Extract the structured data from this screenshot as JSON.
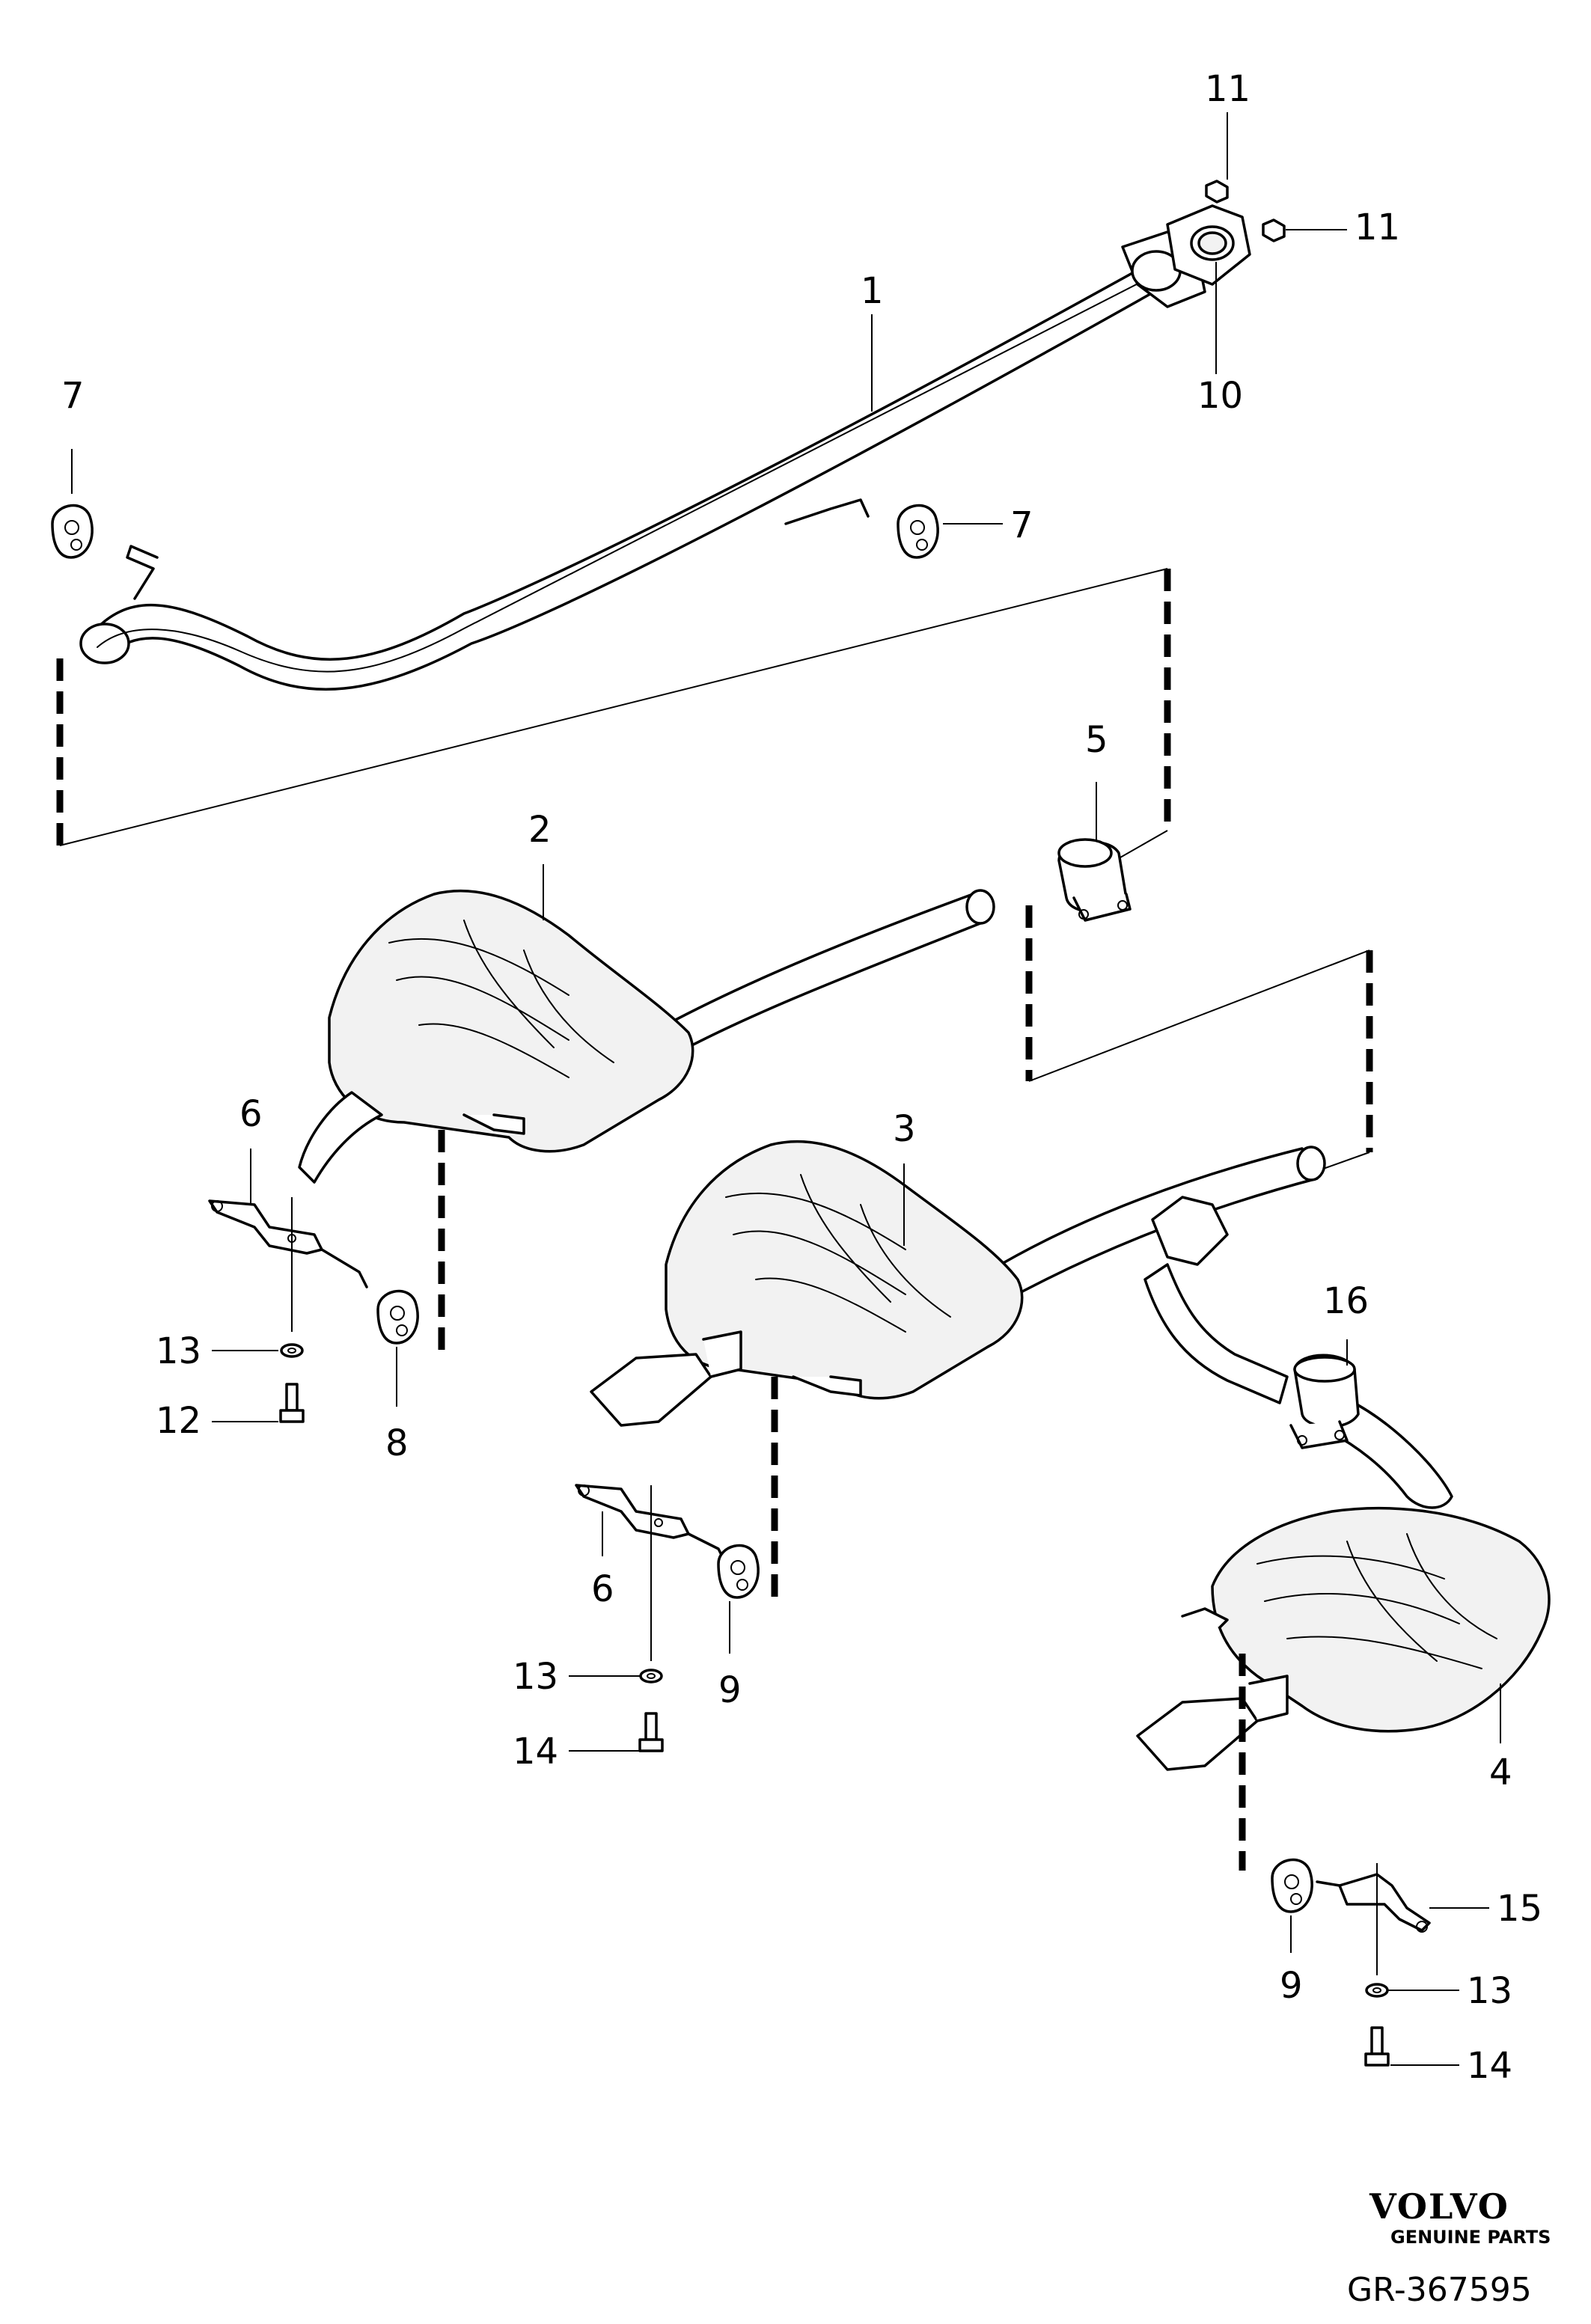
{
  "callouts": {
    "c1": "1",
    "c2": "2",
    "c3": "3",
    "c4": "4",
    "c5": "5",
    "c6a": "6",
    "c6b": "6",
    "c7a": "7",
    "c7b": "7",
    "c8": "8",
    "c9a": "9",
    "c9b": "9",
    "c10": "10",
    "c11a": "11",
    "c11b": "11",
    "c12": "12",
    "c13a": "13",
    "c13b": "13",
    "c13c": "13",
    "c14a": "14",
    "c14b": "14",
    "c15": "15",
    "c16": "16"
  },
  "footer": {
    "brand": "VOLVO",
    "tagline": "GENUINE PARTS",
    "diagram_code": "GR-367595"
  }
}
